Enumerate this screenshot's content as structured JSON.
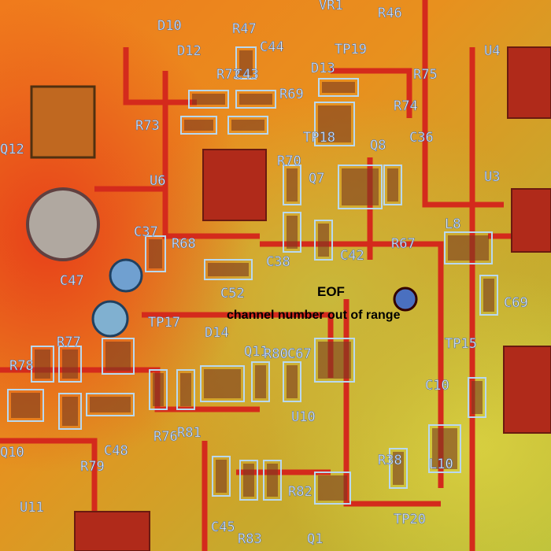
{
  "overlay": {
    "title": "EOF",
    "message": "channel number out of range"
  },
  "board_labels": [
    "D10",
    "R47",
    "C44",
    "D12",
    "R72",
    "C43",
    "VR1",
    "R46",
    "TP19",
    "R75",
    "U4",
    "D13",
    "R69",
    "R73",
    "R74",
    "TP18",
    "Q8",
    "C36",
    "U6",
    "R70",
    "Q7",
    "U3",
    "Q12",
    "C37",
    "R68",
    "C38",
    "C42",
    "R67",
    "L8",
    "C47",
    "C52",
    "C69",
    "TP17",
    "D14",
    "Q11",
    "R80",
    "C67",
    "U10",
    "TP15",
    "R78",
    "R77",
    "C48",
    "R76",
    "R81",
    "C10",
    "R79",
    "R38",
    "L10",
    "Q10",
    "U11",
    "C45",
    "R83",
    "R82",
    "Q1",
    "TP20"
  ],
  "colors": {
    "trace": "#d42a1c",
    "board": "#e8901e",
    "silkscreen": "#b8d8f0"
  }
}
